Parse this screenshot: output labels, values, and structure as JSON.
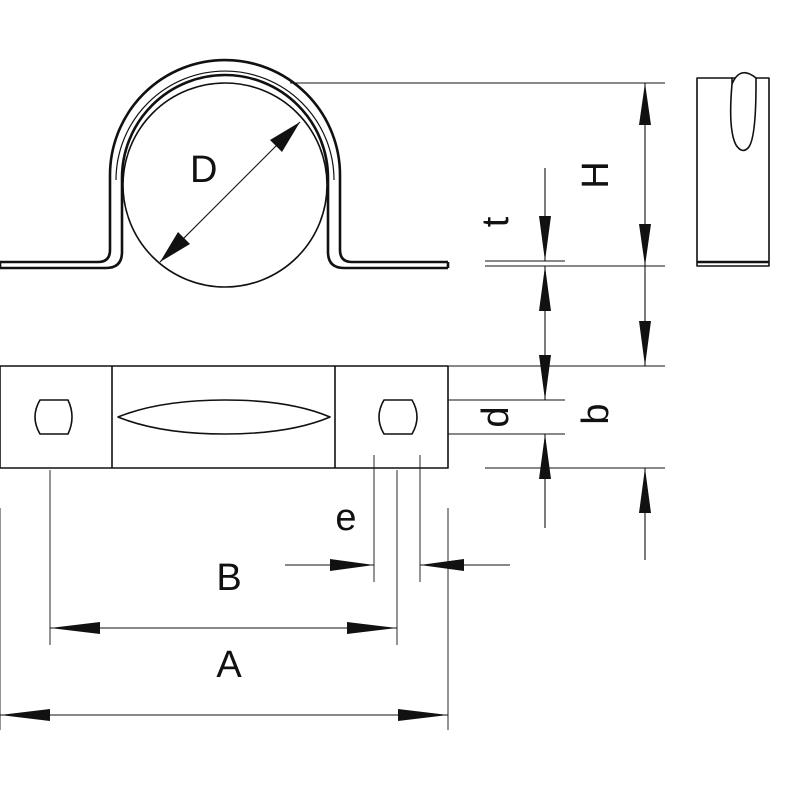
{
  "diagram": {
    "labels": {
      "D": "D",
      "H": "H",
      "t": "t",
      "d": "d",
      "b": "b",
      "e": "e",
      "B": "B",
      "A": "A"
    },
    "colors": {
      "line": "#111111",
      "background": "#ffffff"
    }
  }
}
